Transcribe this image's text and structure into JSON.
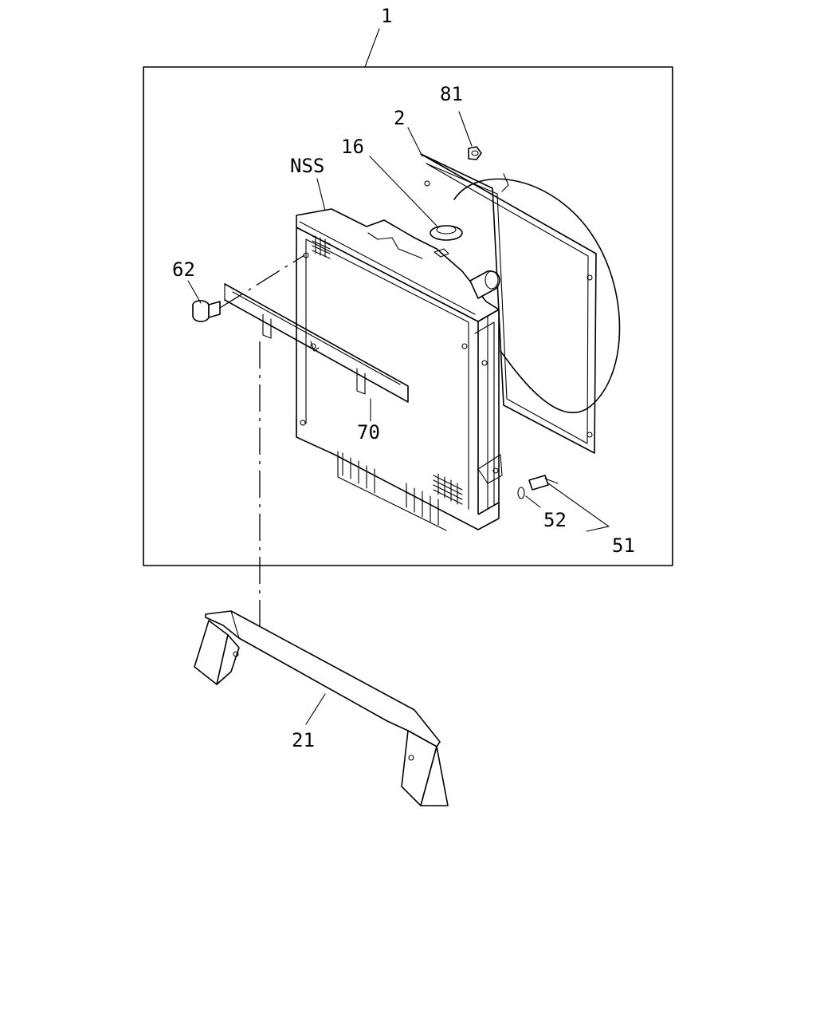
{
  "callouts": {
    "c1": "1",
    "c2": "2",
    "c16": "16",
    "c81": "81",
    "nss": "NSS",
    "c62": "62",
    "c70": "70",
    "c52": "52",
    "c51": "51",
    "c21": "21"
  }
}
